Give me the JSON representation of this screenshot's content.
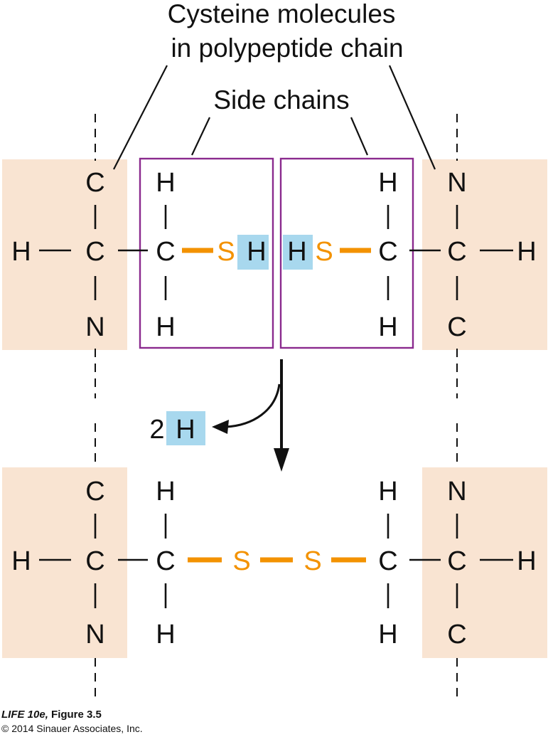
{
  "labels": {
    "title_line1": "Cysteine molecules",
    "title_line2": "in polypeptide chain",
    "side_chains": "Side chains",
    "released_count": "2",
    "released_atom": "H"
  },
  "atoms": {
    "carbon": "C",
    "nitrogen": "N",
    "hydrogen": "H",
    "sulfur": "S"
  },
  "caption": {
    "book": "LIFE 10e,",
    "figure": "Figure 3.5",
    "copyright": "© 2014 Sinauer Associates, Inc."
  },
  "colors": {
    "backbone_shade": "#f9e4d2",
    "side_chain_box": "#8a2a8e",
    "sulfur": "#f39200",
    "hydrogen_highlight": "#a8d8ee"
  }
}
